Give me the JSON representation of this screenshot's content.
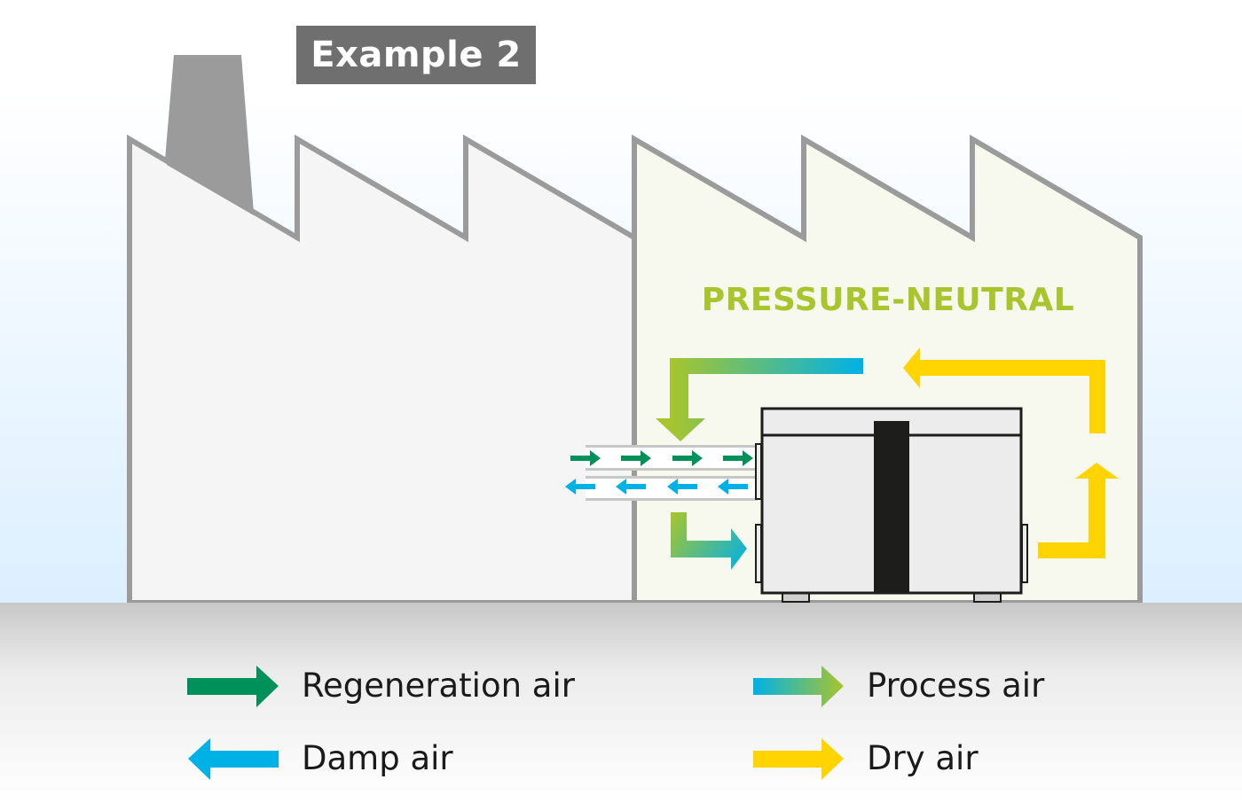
{
  "title": "Example 2",
  "zone_label": "PRESSURE-NEUTRAL",
  "colors": {
    "sky_top": "#ffffff",
    "sky_bottom": "#dcefff",
    "building_left_fill": "#f5f5f5",
    "building_right_fill": "#f7f9ef",
    "building_outline": "#9b9b9b",
    "chimney": "#9b9b9b",
    "title_bg": "#6f6f6f",
    "zone_label": "#a8c52d",
    "regeneration": "#00915a",
    "damp": "#00b1e6",
    "process_start": "#00b1e6",
    "process_end": "#a8c52d",
    "dry": "#ffd400",
    "unit_body": "#ececec",
    "unit_outline": "#1d1d1b"
  },
  "legend": [
    {
      "label": "Regeneration air",
      "icon": "arrow-right-icon",
      "color": "#00915a"
    },
    {
      "label": "Damp air",
      "icon": "arrow-left-icon",
      "color": "#00b1e6"
    },
    {
      "label": "Process air",
      "icon": "arrow-right-gradient-icon",
      "color": "#00b1e6-#a8c52d"
    },
    {
      "label": "Dry air",
      "icon": "arrow-right-icon",
      "color": "#ffd400"
    }
  ]
}
